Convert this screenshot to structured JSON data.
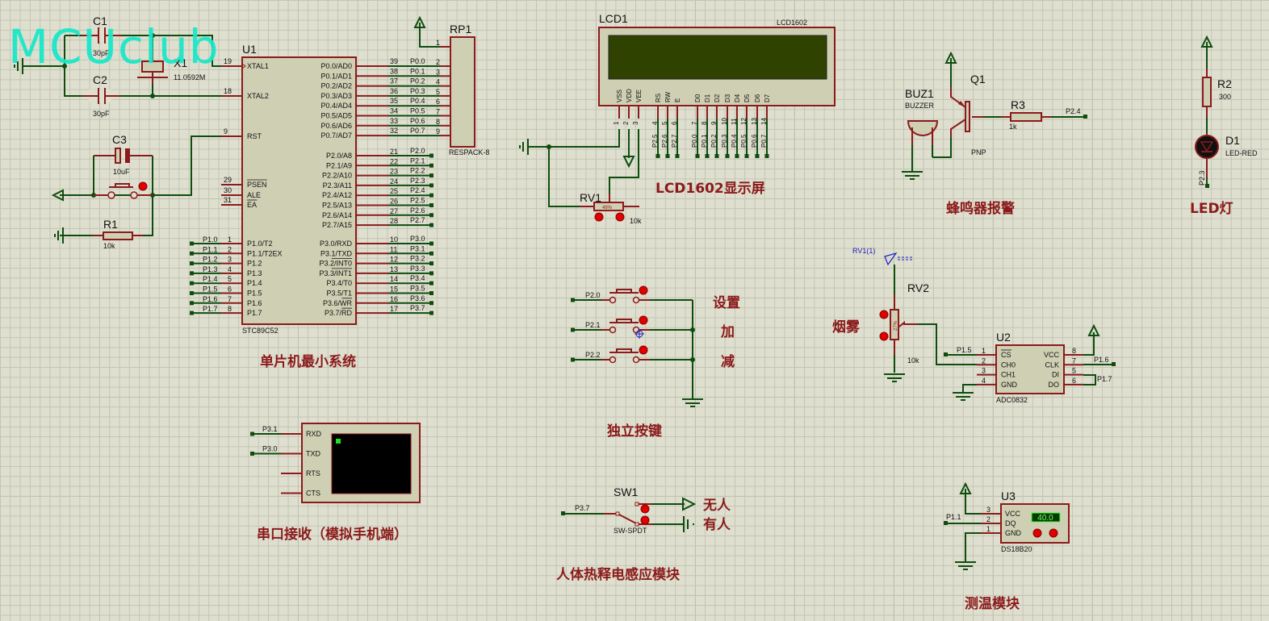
{
  "watermark": "MCUclub",
  "sections": {
    "mcu": "单片机最小系统",
    "lcd": "LCD1602显示屏",
    "buzzer": "蜂鸣器报警",
    "led": "LED灯",
    "smoke": "烟雾",
    "keys": "独立按键",
    "keys_set": "设置",
    "keys_add": "加",
    "keys_sub": "减",
    "serial": "串口接收（模拟手机端）",
    "pir": "人体热释电感应模块",
    "pir_none": "无人",
    "pir_some": "有人",
    "temp": "测温模块"
  },
  "clock": {
    "c1": {
      "ref": "C1",
      "value": "30pF"
    },
    "c2": {
      "ref": "C2",
      "value": "30pF"
    },
    "x1": {
      "ref": "X1",
      "value": "11.0592M"
    },
    "c3": {
      "ref": "C3",
      "value": "10uF"
    },
    "r1": {
      "ref": "R1",
      "value": "10k"
    }
  },
  "u1": {
    "ref": "U1",
    "part": "STC89C52",
    "left_pins": [
      {
        "num": "19",
        "name": "XTAL1"
      },
      {
        "num": "18",
        "name": "XTAL2"
      },
      {
        "num": "9",
        "name": "RST"
      },
      {
        "num": "29",
        "name": "PSEN"
      },
      {
        "num": "30",
        "name": "ALE"
      },
      {
        "num": "31",
        "name": "EA"
      }
    ],
    "p1_pins": [
      {
        "num": "1",
        "name": "P1.0/T2",
        "net": "P1.0"
      },
      {
        "num": "2",
        "name": "P1.1/T2EX",
        "net": "P1.1"
      },
      {
        "num": "3",
        "name": "P1.2",
        "net": "P1.2"
      },
      {
        "num": "4",
        "name": "P1.3",
        "net": "P1.3"
      },
      {
        "num": "5",
        "name": "P1.4",
        "net": "P1.4"
      },
      {
        "num": "6",
        "name": "P1.5",
        "net": "P1.5"
      },
      {
        "num": "7",
        "name": "P1.6",
        "net": "P1.6"
      },
      {
        "num": "8",
        "name": "P1.7",
        "net": "P1.7"
      }
    ],
    "p0_pins": [
      {
        "num": "39",
        "name": "P0.0/AD0",
        "net": "P0.0",
        "rp": "2"
      },
      {
        "num": "38",
        "name": "P0.1/AD1",
        "net": "P0.1",
        "rp": "3"
      },
      {
        "num": "37",
        "name": "P0.2/AD2",
        "net": "P0.2",
        "rp": "4"
      },
      {
        "num": "36",
        "name": "P0.3/AD3",
        "net": "P0.3",
        "rp": "5"
      },
      {
        "num": "35",
        "name": "P0.4/AD4",
        "net": "P0.4",
        "rp": "6"
      },
      {
        "num": "34",
        "name": "P0.5/AD5",
        "net": "P0.5",
        "rp": "7"
      },
      {
        "num": "33",
        "name": "P0.6/AD6",
        "net": "P0.6",
        "rp": "8"
      },
      {
        "num": "32",
        "name": "P0.7/AD7",
        "net": "P0.7",
        "rp": "9"
      }
    ],
    "p2_pins": [
      {
        "num": "21",
        "name": "P2.0/A8",
        "net": "P2.0"
      },
      {
        "num": "22",
        "name": "P2.1/A9",
        "net": "P2.1"
      },
      {
        "num": "23",
        "name": "P2.2/A10",
        "net": "P2.2"
      },
      {
        "num": "24",
        "name": "P2.3/A11",
        "net": "P2.3"
      },
      {
        "num": "25",
        "name": "P2.4/A12",
        "net": "P2.4"
      },
      {
        "num": "26",
        "name": "P2.5/A13",
        "net": "P2.5"
      },
      {
        "num": "27",
        "name": "P2.6/A14",
        "net": "P2.6"
      },
      {
        "num": "28",
        "name": "P2.7/A15",
        "net": "P2.7"
      }
    ],
    "p3_pins": [
      {
        "num": "10",
        "name": "P3.0/RXD",
        "net": "P3.0"
      },
      {
        "num": "11",
        "name": "P3.1/TXD",
        "net": "P3.1"
      },
      {
        "num": "12",
        "name": "P3.2/INT0",
        "net": "P3.2"
      },
      {
        "num": "13",
        "name": "P3.3/INT1",
        "net": "P3.3"
      },
      {
        "num": "14",
        "name": "P3.4/T0",
        "net": "P3.4"
      },
      {
        "num": "15",
        "name": "P3.5/T1",
        "net": "P3.5"
      },
      {
        "num": "16",
        "name": "P3.6/WR",
        "net": "P3.6"
      },
      {
        "num": "17",
        "name": "P3.7/RD",
        "net": "P3.7"
      }
    ]
  },
  "rp1": {
    "ref": "RP1",
    "part": "RESPACK-8",
    "pin1": "1"
  },
  "lcd": {
    "ref": "LCD1",
    "part": "LCD1602",
    "pins": [
      {
        "num": "1",
        "name": "VSS",
        "net": ""
      },
      {
        "num": "2",
        "name": "VDD",
        "net": ""
      },
      {
        "num": "3",
        "name": "VEE",
        "net": ""
      },
      {
        "num": "4",
        "name": "RS",
        "net": "P2.5"
      },
      {
        "num": "5",
        "name": "RW",
        "net": "P2.6"
      },
      {
        "num": "6",
        "name": "E",
        "net": "P2.7"
      },
      {
        "num": "7",
        "name": "D0",
        "net": "P0.0"
      },
      {
        "num": "8",
        "name": "D1",
        "net": "P0.1"
      },
      {
        "num": "9",
        "name": "D2",
        "net": "P0.2"
      },
      {
        "num": "10",
        "name": "D3",
        "net": "P0.3"
      },
      {
        "num": "11",
        "name": "D4",
        "net": "P0.4"
      },
      {
        "num": "12",
        "name": "D5",
        "net": "P0.5"
      },
      {
        "num": "13",
        "name": "D6",
        "net": "P0.6"
      },
      {
        "num": "14",
        "name": "D7",
        "net": "P0.7"
      }
    ],
    "rv1": {
      "ref": "RV1",
      "value": "10k",
      "percent": "48%"
    }
  },
  "buzzer": {
    "buz": {
      "ref": "BUZ1",
      "part": "BUZZER"
    },
    "q1": {
      "ref": "Q1",
      "part": "PNP"
    },
    "r3": {
      "ref": "R3",
      "value": "1k"
    },
    "net": "P2.4"
  },
  "led": {
    "r2": {
      "ref": "R2",
      "value": "300"
    },
    "d1": {
      "ref": "D1",
      "part": "LED-RED"
    },
    "net": "P2.3"
  },
  "adc": {
    "rv2": {
      "ref": "RV2",
      "value": "10k",
      "percent": "27%"
    },
    "probe": "RV1(1)",
    "ref": "U2",
    "part": "ADC0832",
    "left_pins": [
      {
        "num": "1",
        "name": "CS",
        "net": "P1.5"
      },
      {
        "num": "2",
        "name": "CH0",
        "net": ""
      },
      {
        "num": "3",
        "name": "CH1",
        "net": ""
      },
      {
        "num": "4",
        "name": "GND",
        "net": ""
      }
    ],
    "right_pins": [
      {
        "num": "8",
        "name": "VCC"
      },
      {
        "num": "7",
        "name": "CLK"
      },
      {
        "num": "5",
        "name": "DI"
      },
      {
        "num": "6",
        "name": "DO"
      }
    ],
    "net_clk": "P1.6",
    "net_dio": "P1.7"
  },
  "keys": {
    "nets": [
      "P2.0",
      "P2.1",
      "P2.2"
    ]
  },
  "terminal": {
    "pins": [
      "RXD",
      "TXD",
      "RTS",
      "CTS"
    ],
    "nets": [
      "P3.1",
      "P3.0"
    ]
  },
  "sw1": {
    "ref": "SW1",
    "part": "SW-SPDT",
    "net": "P3.7"
  },
  "ds18b20": {
    "ref": "U3",
    "part": "DS18B20",
    "reading": "40.0",
    "pins": [
      {
        "num": "3",
        "name": "VCC"
      },
      {
        "num": "2",
        "name": "DQ"
      },
      {
        "num": "1",
        "name": "GND"
      }
    ],
    "net": "P1.1"
  }
}
